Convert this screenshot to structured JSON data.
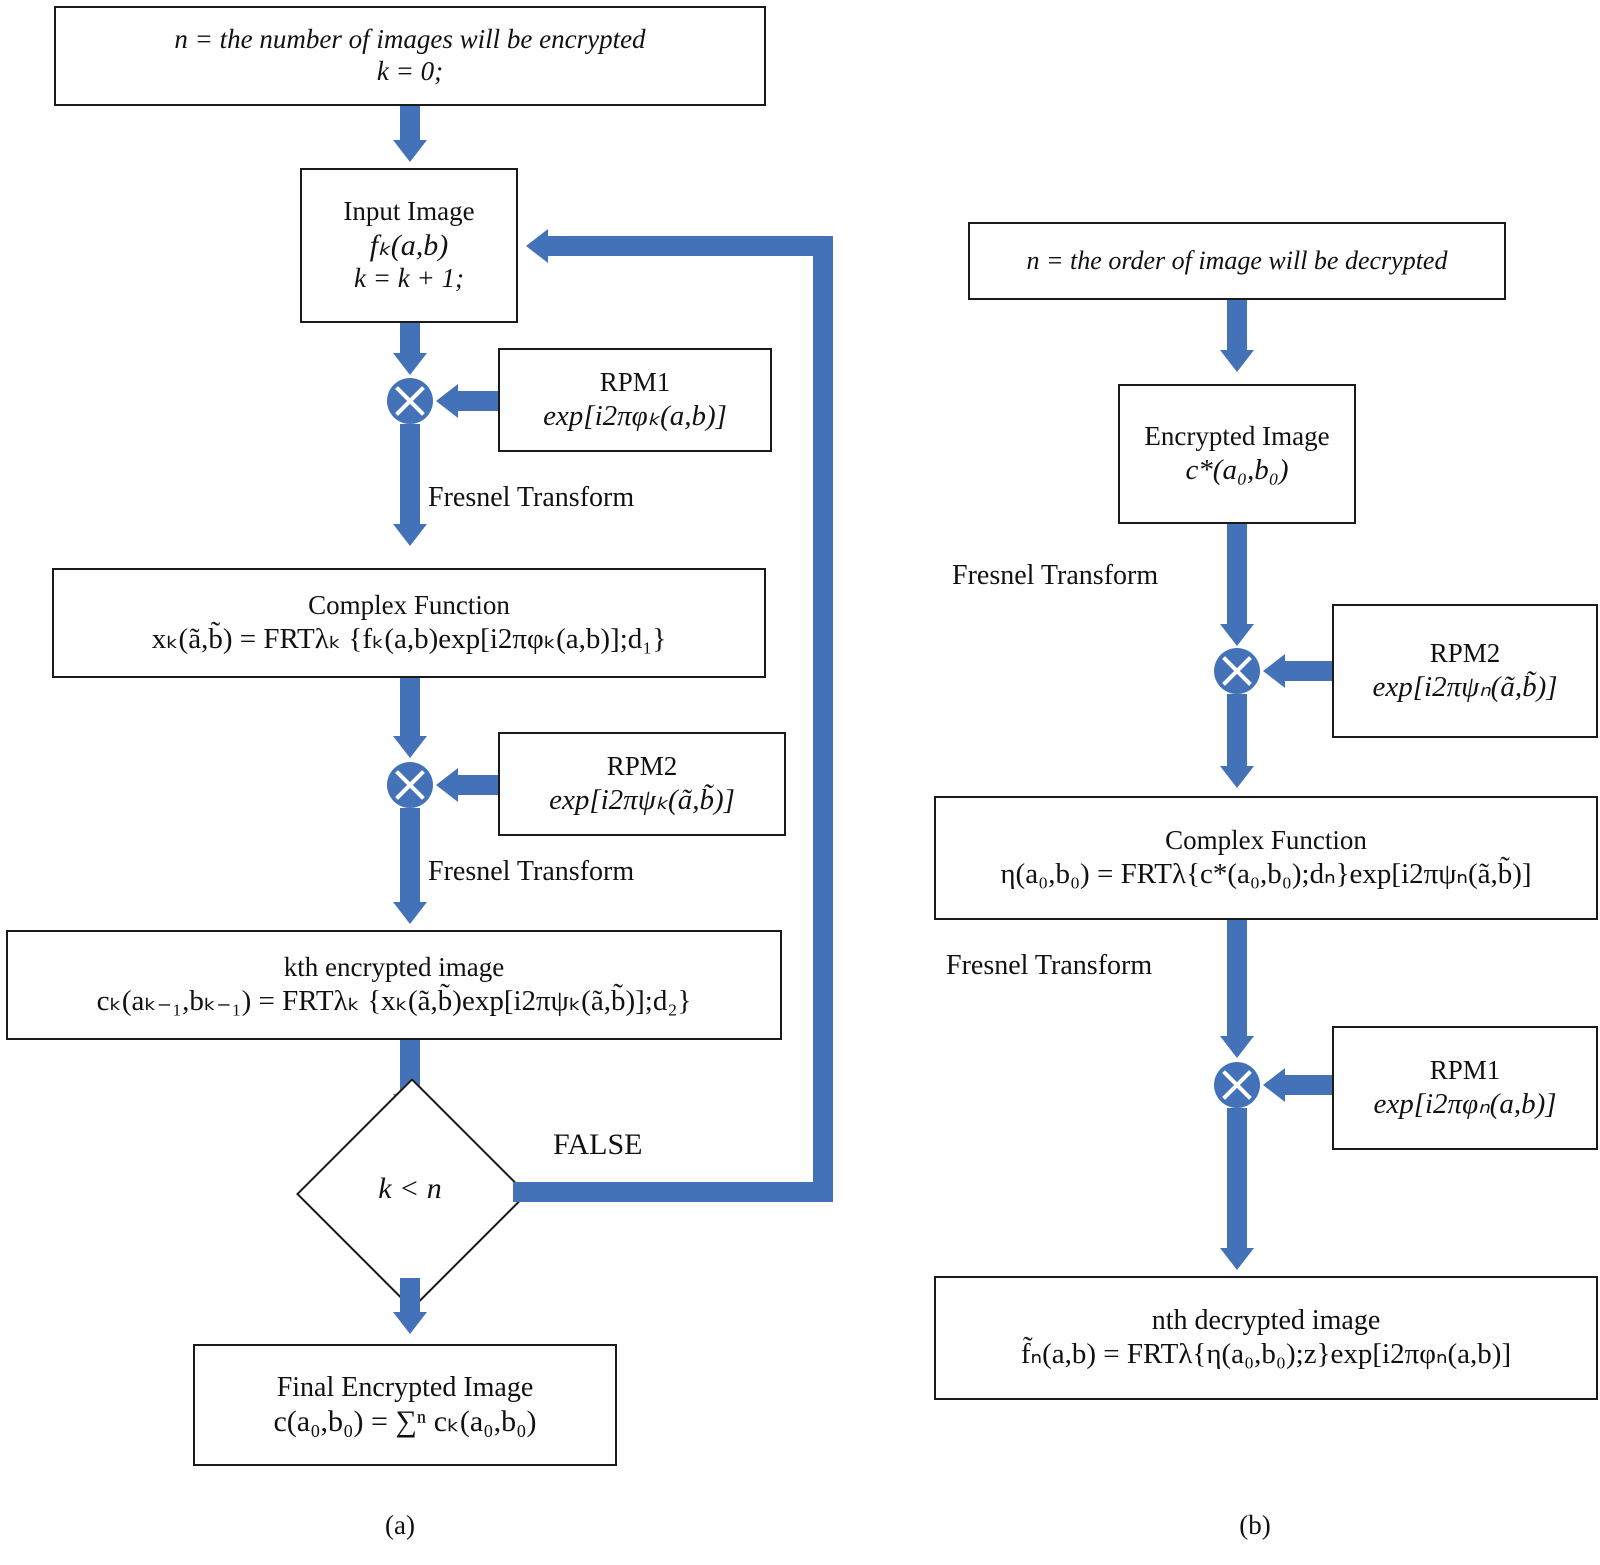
{
  "figure": {
    "panel_a_label": "(a)",
    "panel_b_label": "(b)",
    "accent_color": "#4472B8",
    "border_color": "#1a1a1a"
  },
  "panel_a": {
    "init_box": {
      "line1": "n = the number of  images will be encrypted",
      "line2": "k = 0;"
    },
    "input_image": {
      "title": "Input Image",
      "formula": "fₖ(a,b)",
      "counter": "k = k + 1;"
    },
    "rpm1": {
      "title": "RPM1",
      "formula": "exp[i2πφₖ(a,b)]"
    },
    "rpm2": {
      "title": "RPM2",
      "formula": "exp[i2πψₖ(ã,b̃)]"
    },
    "fresnel_label_1": "Fresnel Transform",
    "fresnel_label_2": "Fresnel Transform",
    "complex_function": {
      "title": "Complex Function",
      "formula": "xₖ(ã,b̃) = FRTλₖ {fₖ(a,b)exp[i2πφₖ(a,b)];d₁}"
    },
    "kth_encrypted": {
      "title": "kth encrypted image",
      "formula": "cₖ(aₖ₋₁,bₖ₋₁) = FRTλₖ {xₖ(ã,b̃)exp[i2πψₖ(ã,b̃)];d₂}"
    },
    "decision": {
      "condition": "k < n",
      "false_label": "FALSE"
    },
    "final_encrypted": {
      "title": "Final Encrypted Image",
      "formula": "c(a₀,b₀) = ∑ⁿ cₖ(a₀,b₀)"
    }
  },
  "panel_b": {
    "init_box": {
      "line1": "n = the order of  image will be decrypted"
    },
    "encrypted_image": {
      "title": "Encrypted Image",
      "formula": "c*(a₀,b₀)"
    },
    "fresnel_label_1": "Fresnel Transform",
    "fresnel_label_2": "Fresnel Transform",
    "rpm2": {
      "title": "RPM2",
      "formula": "exp[i2πψₙ(ã,b̃)]"
    },
    "rpm1": {
      "title": "RPM1",
      "formula": "exp[i2πφₙ(a,b)]"
    },
    "complex_function": {
      "title": "Complex Function",
      "formula": "η(a₀,b₀) = FRTλ{c*(a₀,b₀);dₙ}exp[i2πψₙ(ã,b̃)]"
    },
    "nth_decrypted": {
      "title": "nth decrypted image",
      "formula": "f̃ₙ(a,b) = FRTλ{η(a₀,b₀);z}exp[i2πφₙ(a,b)]"
    }
  }
}
